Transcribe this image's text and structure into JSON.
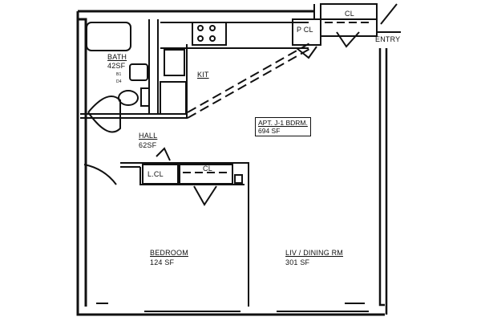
{
  "plan": {
    "title": "APT. J-1 BDRM.",
    "total_area": "694 SF",
    "rooms": {
      "bath": {
        "name": "BATH",
        "area": "42SF",
        "fixtures": [
          "B1",
          "D4"
        ]
      },
      "kitchen": {
        "name": "KIT"
      },
      "hall": {
        "name": "HALL",
        "area": "62SF"
      },
      "bedroom": {
        "name": "BEDROOM",
        "area": "124 SF"
      },
      "living": {
        "name": "LIV / DINING RM",
        "area": "301 SF"
      }
    },
    "closets": {
      "linen": "L.CL",
      "bedroom": "CL",
      "pantry": "P CL",
      "entry": "CL"
    },
    "entry": "ENTRY"
  }
}
